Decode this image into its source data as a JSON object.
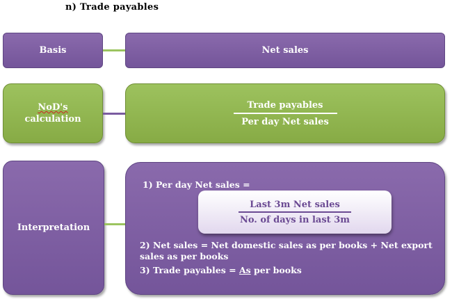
{
  "title": "n)  Trade payables",
  "basis": {
    "label": "Basis",
    "value": "Net sales"
  },
  "nod": {
    "label_word": "NoD's",
    "label_rest": "calculation",
    "numerator": "Trade payables",
    "denominator": "Per day Net sales"
  },
  "interpretation": {
    "label": "Interpretation",
    "item1": "1) Per day Net sales =",
    "fraction_numerator": "Last 3m Net sales",
    "fraction_denominator": "No. of days in last 3m",
    "item2_line1": "2) Net sales = Net domestic sales as per books + Net export",
    "item2_line2": "sales as per books",
    "item3_prefix": "3) Trade payables = ",
    "item3_as": "As",
    "item3_suffix": " per books"
  },
  "colors": {
    "purple": "#7d5fa3",
    "green": "#94ba53",
    "inner_text": "#6b4a93"
  }
}
